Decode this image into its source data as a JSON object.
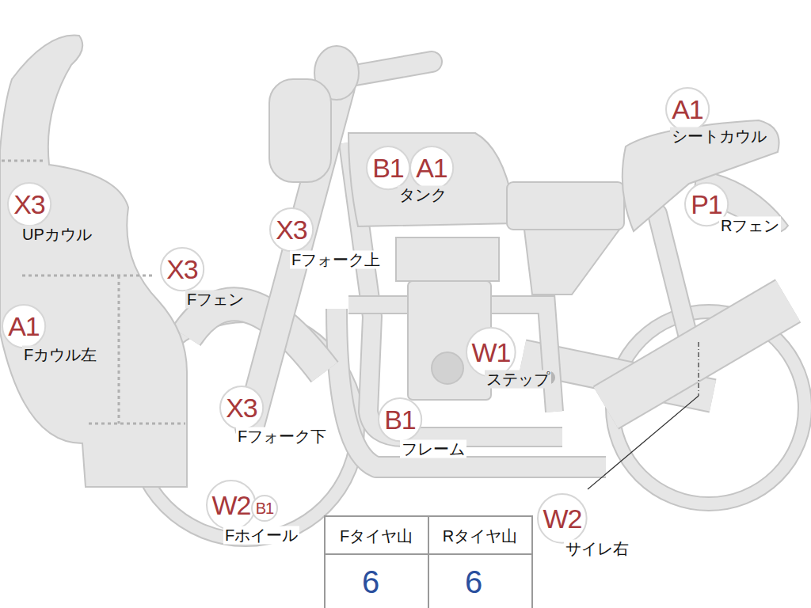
{
  "diagram": {
    "nodes": [
      {
        "text": [
          "A1"
        ]
      },
      {
        "text": [
          "B1"
        ]
      },
      {
        "text": [
          "A1"
        ]
      },
      {
        "text": [
          "X3"
        ]
      },
      {
        "text": [
          "P1"
        ]
      },
      {
        "text": [
          "X3"
        ]
      },
      {
        "text": [
          "X3"
        ]
      },
      {
        "text": [
          "A1"
        ]
      },
      {
        "text": [
          "W1"
        ]
      },
      {
        "text": [
          "X3"
        ]
      },
      {
        "text": [
          "B1"
        ]
      },
      {
        "text": [
          "W2"
        ]
      },
      {
        "text": [
          "B1"
        ]
      },
      {
        "text": [
          "W2"
        ]
      }
    ],
    "labels": [
      "シートカウル",
      "タンク",
      "UPカウル",
      "Rフェン",
      "Fフォーク上",
      "Fフェン",
      "Fカウル左",
      "ステップ",
      "Fフォーク下",
      "フレーム",
      "Fホイール",
      "サイレ右",
      "Fタイヤ山",
      "Rタイヤ山",
      "6",
      "6"
    ]
  }
}
